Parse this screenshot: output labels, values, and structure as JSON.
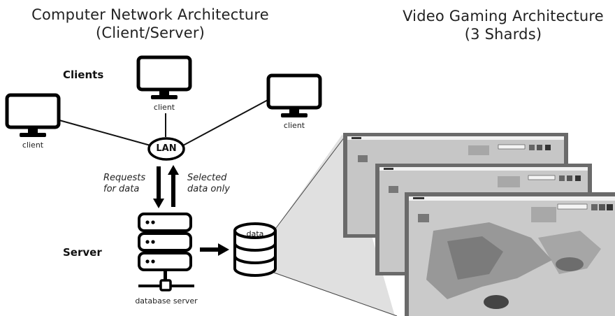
{
  "left_title": {
    "line1": "Computer Network Architecture",
    "line2": "(Client/Server)"
  },
  "right_title": {
    "line1": "Video Gaming Architecture",
    "line2": "(3 Shards)"
  },
  "labels": {
    "clients": "Clients",
    "server": "Server",
    "client_left": "client",
    "client_top": "client",
    "client_right": "client",
    "lan": "LAN",
    "requests_line1": "Requests",
    "requests_line2": "for data",
    "selected_line1": "Selected",
    "selected_line2": "data only",
    "data": "data",
    "database_server": "database server"
  },
  "colors": {
    "ink": "#111111",
    "frame": "#6a6a6a",
    "screen": "#c8c8c8",
    "shade": "#d8d8d8"
  }
}
